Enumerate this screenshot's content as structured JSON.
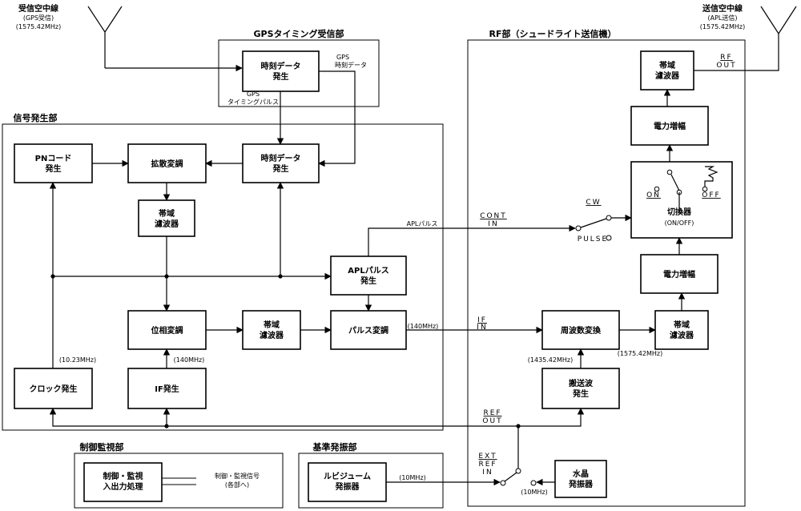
{
  "antennas": {
    "rx": {
      "line1": "受信空中線",
      "line2": "(GPS受信)",
      "line3": "(1575.42MHz)"
    },
    "tx": {
      "line1": "送信空中線",
      "line2": "(APL送信)",
      "line3": "(1575.42MHz)"
    }
  },
  "sections": {
    "gps": "GPSタイミング受信部",
    "rf": "RF部（シュードライト送信機）",
    "signal": "信号発生部",
    "control": "制御監視部",
    "ref": "基準発振部"
  },
  "blocks": {
    "gps_time": [
      "時刻データ",
      "発生"
    ],
    "sig_time": [
      "時刻データ",
      "発生"
    ],
    "pn": [
      "PNコード",
      "発生"
    ],
    "spread": [
      "拡散変調"
    ],
    "bpf1": [
      "帯域",
      "濾波器"
    ],
    "apl": [
      "APLパルス",
      "発生"
    ],
    "phase": [
      "位相変調"
    ],
    "bpf2": [
      "帯域",
      "濾波器"
    ],
    "pulse_mod": [
      "パルス変調"
    ],
    "clock": [
      "クロック発生"
    ],
    "if_gen": [
      "IF発生"
    ],
    "rf_bpf_top": [
      "帯域",
      "濾波器"
    ],
    "rf_amp_top": [
      "電力増幅"
    ],
    "switch": [
      "切換器",
      "(ON/OFF)"
    ],
    "rf_amp_low": [
      "電力増幅"
    ],
    "freq_conv": [
      "周波数変換"
    ],
    "rf_bpf_low": [
      "帯域",
      "濾波器"
    ],
    "carrier": [
      "搬送波",
      "発生"
    ],
    "crystal": [
      "水晶",
      "発振器"
    ],
    "ctrl": [
      "制御・監視",
      "入出力処理"
    ],
    "rubidium": [
      "ルビジューム",
      "発振器"
    ]
  },
  "labels": {
    "gps_data1": "GPS",
    "gps_data2": "時刻データ",
    "gps_pulse1": "GPS",
    "gps_pulse2": "タイミングパルス",
    "apl_pulse": "APLパルス",
    "cont": "CONT",
    "in": "IN",
    "cw": "CW",
    "pulse": "PULSE",
    "on": "ON",
    "off": "OFF",
    "rf": "RF",
    "out": "OUT",
    "if": "IF",
    "if_in": "IN",
    "ref": "REF",
    "ref_out": "OUT",
    "ext": "EXT",
    "ext_ref": "REF",
    "ext_in": "IN",
    "f_1023": "(10.23MHz)",
    "f_140a": "(140MHz)",
    "f_140b": "(140MHz)",
    "f_1435": "(1435.42MHz)",
    "f_1575": "(1575.42MHz)",
    "f_10a": "(10MHz)",
    "f_10b": "(10MHz)",
    "ctrl_sig1": "制御・監視信号",
    "ctrl_sig2": "(各部へ)"
  }
}
